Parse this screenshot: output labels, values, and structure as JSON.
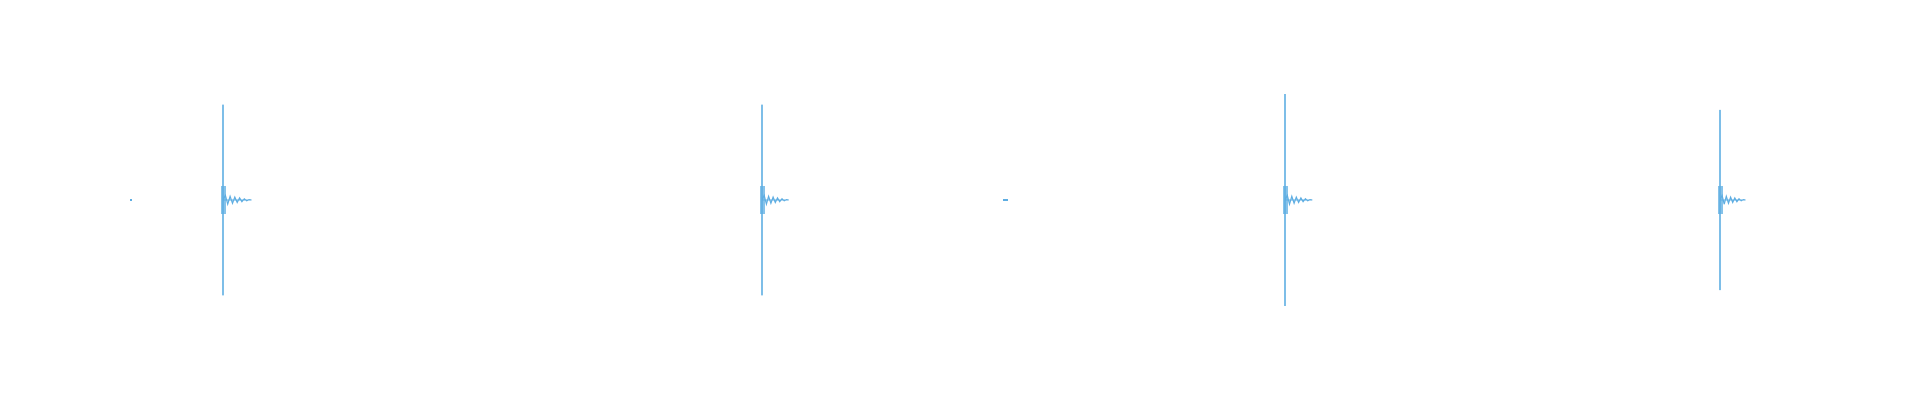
{
  "waveform": {
    "color": "#5DADE2",
    "background": "#FFFFFF",
    "peaks": [
      {
        "peak": 0.9,
        "tail": 0.14,
        "kind": "spike"
      },
      {
        "peak": 0.9,
        "tail": 0.11,
        "kind": "spike"
      },
      {
        "peak": 1.0,
        "tail": 0.12,
        "kind": "spike"
      },
      {
        "peak": 0.85,
        "tail": 0.09,
        "kind": "spike"
      }
    ],
    "dots": [
      {
        "amp": 0.01
      },
      {
        "amp": 0.01
      }
    ]
  }
}
